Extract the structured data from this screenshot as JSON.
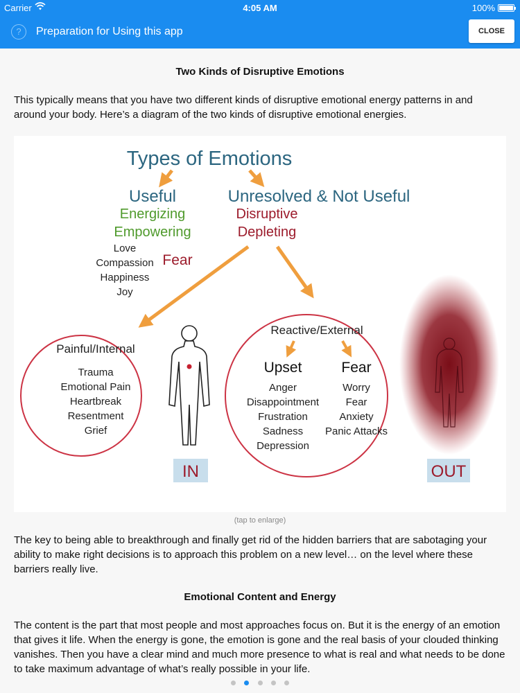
{
  "status": {
    "carrier": "Carrier",
    "time": "4:05 AM",
    "battery": "100%"
  },
  "nav": {
    "title": "Preparation for Using this app",
    "close_label": "CLOSE"
  },
  "section1": {
    "heading": "Two Kinds of Disruptive Emotions",
    "intro": "This typically means that you have two different kinds of disruptive emotional energy patterns in and around your body. Here’s a diagram of the two kinds of disruptive emotional energies."
  },
  "diagram": {
    "title": "Types of Emotions",
    "useful": {
      "heading": "Useful",
      "qualities": [
        "Energizing",
        "Empowering"
      ],
      "examples": [
        "Love",
        "Compassion",
        "Happiness",
        "Joy"
      ]
    },
    "unresolved": {
      "heading": "Unresolved & Not Useful",
      "qualities": [
        "Disruptive",
        "Depleting"
      ]
    },
    "fear_label": "Fear",
    "internal": {
      "heading": "Painful/Internal",
      "items": [
        "Trauma",
        "Emotional Pain",
        "Heartbreak",
        "Resentment",
        "Grief"
      ]
    },
    "external": {
      "heading": "Reactive/External",
      "upset": {
        "heading": "Upset",
        "items": [
          "Anger",
          "Disappointment",
          "Frustration",
          "Sadness",
          "Depression"
        ]
      },
      "fear": {
        "heading": "Fear",
        "items": [
          "Worry",
          "Fear",
          "Anxiety",
          "Panic Attacks"
        ]
      }
    },
    "in_label": "IN",
    "out_label": "OUT",
    "colors": {
      "blue": "#2c6680",
      "green": "#4f9a2c",
      "red": "#9c1b2b",
      "circle": "#cc3344",
      "arrow": "#ef9e3e",
      "tag": "#c8deec",
      "aura": "#8a1520"
    }
  },
  "caption": "(tap to enlarge)",
  "para2": "The key to being able to breakthrough and finally get rid of the hidden barriers that are sabotaging your ability to make right decisions is to approach this problem on a new level… on the level where these barriers really live.",
  "section2": {
    "heading": "Emotional Content and Energy",
    "body": "The content is the part that most people and most approaches focus on. But it is the energy of an emotion that gives it life. When the energy is gone, the emotion is gone and the real basis of your clouded thinking vanishes. Then you have a clear mind and much more presence to what is real and what needs to be done to take maximum advantage of what’s really possible in your life."
  },
  "pager": {
    "count": 5,
    "active": 2
  }
}
